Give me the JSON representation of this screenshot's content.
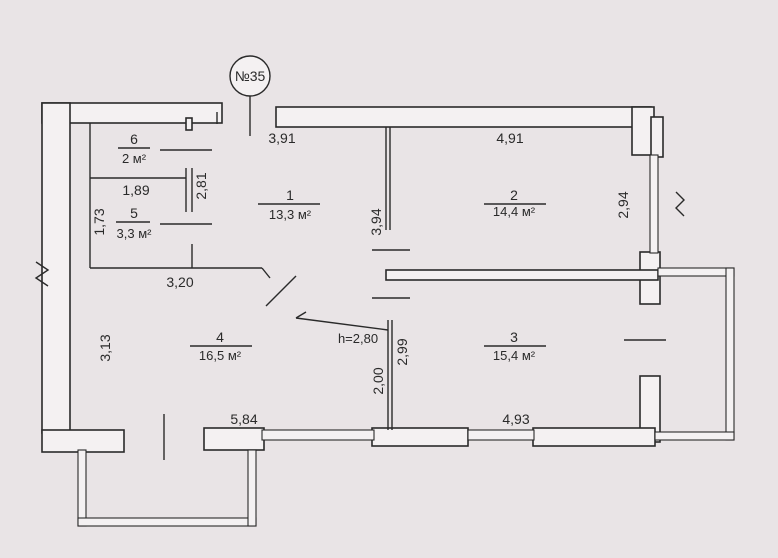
{
  "apartment": {
    "badge": "№35",
    "ceiling_height": "h=2,80"
  },
  "rooms": [
    {
      "number": "1",
      "area": "13,3 м²"
    },
    {
      "number": "2",
      "area": "14,4 м²"
    },
    {
      "number": "3",
      "area": "15,4 м²"
    },
    {
      "number": "4",
      "area": "16,5 м²"
    },
    {
      "number": "5",
      "area": "3,3 м²"
    },
    {
      "number": "6",
      "area": "2 м²"
    }
  ],
  "dimensions": {
    "d_3_91": "3,91",
    "d_4_91": "4,91",
    "d_1_89": "1,89",
    "d_2_81": "2,81",
    "d_1_73": "1,73",
    "d_3_94": "3,94",
    "d_2_94": "2,94",
    "d_3_20": "3,20",
    "d_3_13": "3,13",
    "d_2_99": "2,99",
    "d_2_00": "2,00",
    "d_5_84": "5,84",
    "d_4_93": "4,93"
  }
}
